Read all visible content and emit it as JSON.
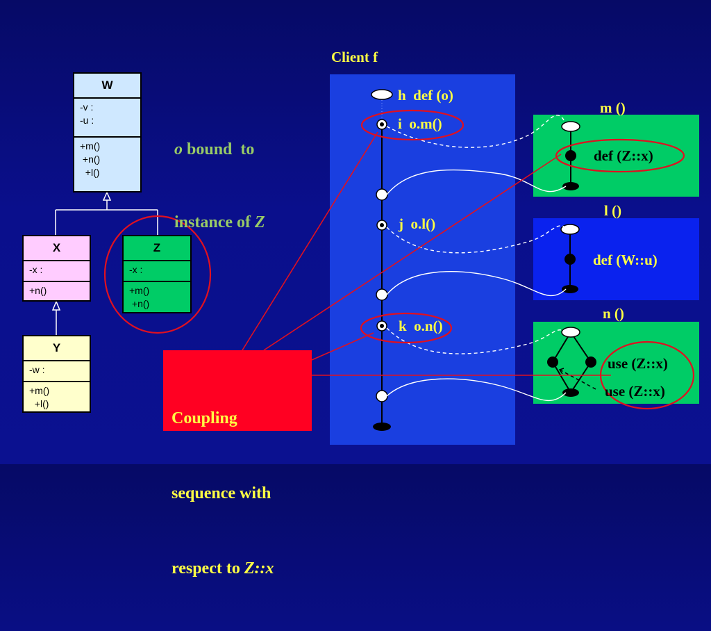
{
  "classes": {
    "W": {
      "name": "W",
      "attrs": "-v :\n-u :",
      "methods": "+m()\n +n()\n  +l()"
    },
    "X": {
      "name": "X",
      "attrs": "-x :",
      "methods": "+n()"
    },
    "Z": {
      "name": "Z",
      "attrs": "-x :",
      "methods": "+m()\n +n()"
    },
    "Y": {
      "name": "Y",
      "attrs": "-w :",
      "methods": "+m()\n  +l()"
    }
  },
  "note": {
    "italic": "o",
    "line1_rest": " bound  to",
    "line2_prefix": "instance of ",
    "line2_italic": "Z"
  },
  "client": {
    "title": "Client f",
    "nodes": {
      "h": "h  def (o)",
      "i": "i  o.m()",
      "j": "j  o.l()",
      "k": "k  o.n()"
    }
  },
  "methods": {
    "m": {
      "title": "m ()",
      "label": "def (Z::x)"
    },
    "l": {
      "title": "l ()",
      "label": "def (W::u)"
    },
    "n": {
      "title": "n ()",
      "use1": "use (Z::x)",
      "use2": "use (Z::x)"
    }
  },
  "callout": {
    "line1": "Coupling",
    "line2": "sequence with",
    "line3_prefix": "respect to ",
    "line3_italic": "Z::x"
  },
  "colors": {
    "background": "#0a0f8c",
    "client_panel": "#1a3fe0",
    "method_green": "#00cc66",
    "method_blue": "#0a22ee",
    "w_class": "#cfe8ff",
    "x_class": "#ffccff",
    "z_class": "#00cc66",
    "y_class": "#ffffcc",
    "highlight": "#e01020",
    "label_yellow": "#ffff44",
    "note_green": "#99cc66"
  }
}
